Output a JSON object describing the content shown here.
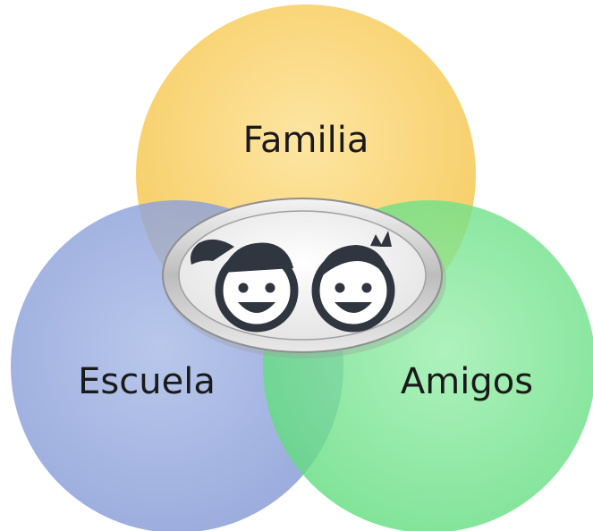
{
  "diagram": {
    "type": "venn",
    "circles": [
      {
        "label": "Familia",
        "color": "#f8cf62"
      },
      {
        "label": "Escuela",
        "color": "#8fa6dc"
      },
      {
        "label": "Amigos",
        "color": "#6fe387"
      }
    ],
    "center_icon": "two-children-faces-icon"
  }
}
